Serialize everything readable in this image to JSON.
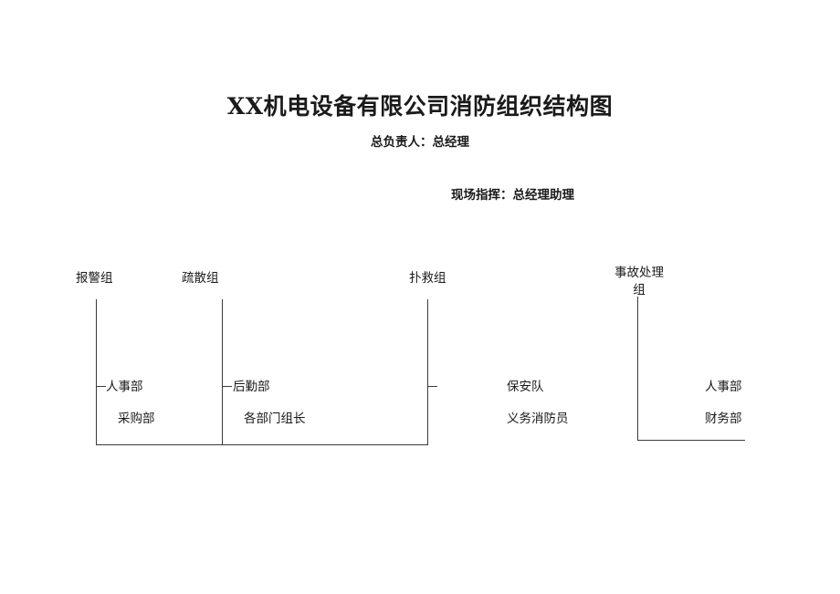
{
  "document": {
    "title": "XX机电设备有限公司消防组织结构图",
    "chief_label": "总负责人：总经理",
    "commander_label": "现场指挥：总经理助理"
  },
  "groups": [
    {
      "id": "alarm",
      "label": "报警组",
      "members": [
        "人事部",
        "采购部"
      ]
    },
    {
      "id": "evacuation",
      "label": "疏散组",
      "members": [
        "后勤部",
        "各部门组长"
      ]
    },
    {
      "id": "firefighting",
      "label": "扑救组",
      "members": [
        "保安队",
        "义务消防员"
      ]
    },
    {
      "id": "accident",
      "label": "事故处理组",
      "members": [
        "人事部",
        "财务部"
      ]
    }
  ],
  "colors": {
    "page_background": "#ffffff",
    "text": "#1a1a1a",
    "line": "#3a3a3a"
  }
}
